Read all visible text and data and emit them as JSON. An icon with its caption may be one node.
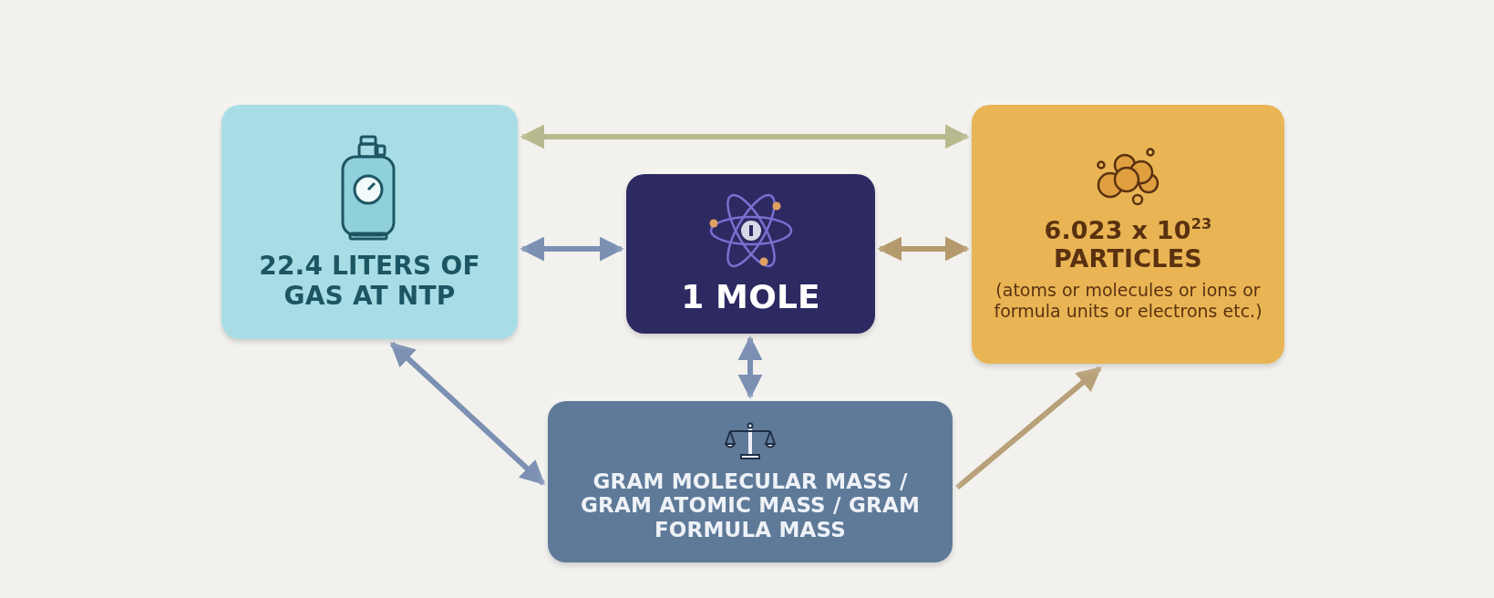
{
  "diagram": {
    "nodes": [
      {
        "text": [
          "22.4 LITERS OF GAS AT NTP"
        ]
      },
      {
        "text": [
          "1 MOLE"
        ]
      },
      {
        "text": [
          "6.023 x 10$^{23}$ PARTICLES",
          "(atoms or molecules or ions or formula units or electrons etc.)"
        ]
      },
      {
        "text": [
          "GRAM MOLECULAR MASS / GRAM ATOMIC MASS / GRAM FORMULA MASS"
        ]
      }
    ],
    "edges": [
      {
        "from": 0,
        "to": 2,
        "arrow": "both",
        "color": "#b9b98f"
      },
      {
        "from": 0,
        "to": 1,
        "arrow": "both"
      },
      {
        "from": 1,
        "to": 2,
        "arrow": "both",
        "color": "#b49a6c"
      },
      {
        "from": 1,
        "to": 3,
        "arrow": "both"
      },
      {
        "from": 0,
        "to": 3,
        "arrow": "both"
      },
      {
        "from": 3,
        "to": 2,
        "arrow": "to",
        "color": "#b8a078"
      }
    ]
  }
}
